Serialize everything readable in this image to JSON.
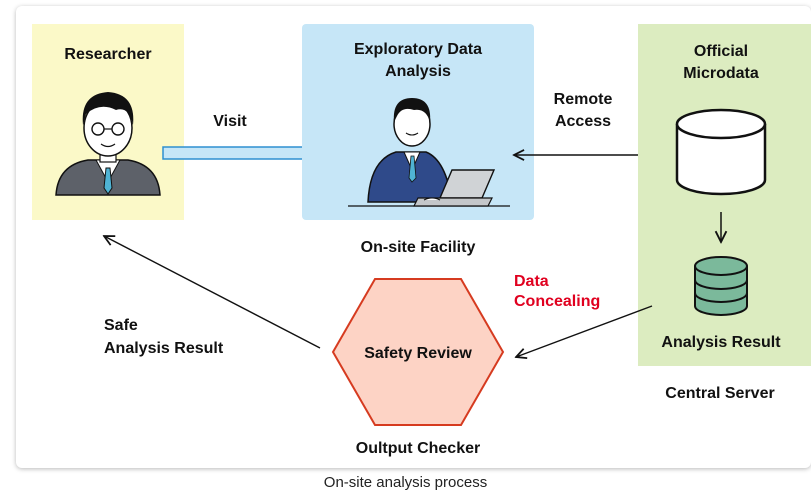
{
  "diagram": {
    "researcher": {
      "label": "Researcher"
    },
    "visit": {
      "label": "Visit"
    },
    "eda": {
      "title_line1": "Exploratory Data",
      "title_line2": "Analysis"
    },
    "onsite_facility": {
      "label": "On-site Facility"
    },
    "remote_access": {
      "line1": "Remote",
      "line2": "Access"
    },
    "microdata": {
      "line1": "Official",
      "line2": "Microdata"
    },
    "analysis_result": {
      "label": "Analysis Result"
    },
    "central_server": {
      "label": "Central Server"
    },
    "data_concealing": {
      "line1": "Data",
      "line2": "Concealing"
    },
    "safety_review": {
      "label": "Safety Review"
    },
    "output_checker": {
      "label": "Oultput Checker"
    },
    "safe_result": {
      "line1": "Safe",
      "line2": "Analysis Result"
    }
  },
  "colors": {
    "researcher_box": "#fbf9c8",
    "eda_box": "#c6e6f7",
    "server_box": "#dcecc0",
    "hexagon_fill": "#fdd3c5",
    "hexagon_stroke": "#d63b20",
    "cylinder_fill": "#7bb99b",
    "accent_red": "#e0001f"
  },
  "caption": "On-site analysis process"
}
